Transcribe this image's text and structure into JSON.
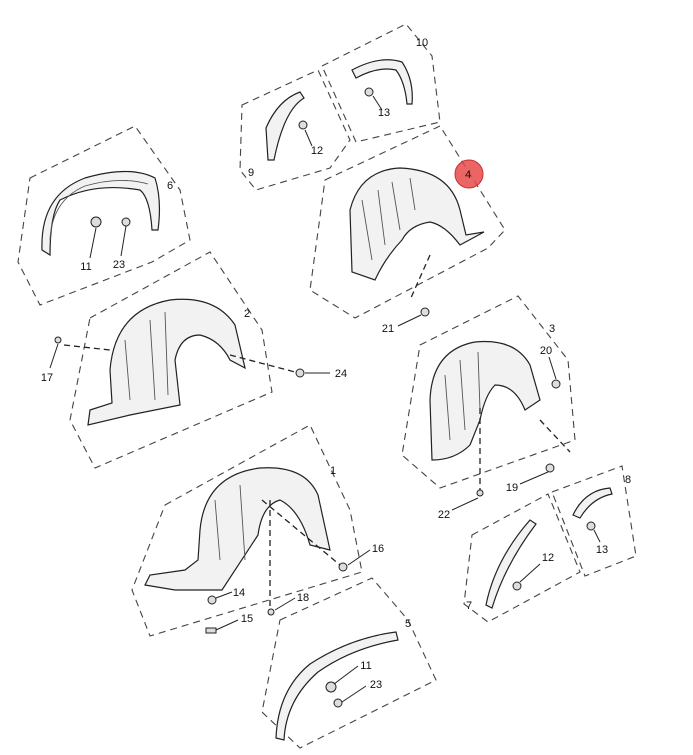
{
  "diagram": {
    "title": "Wheelhouse liner / fender flare exploded parts diagram",
    "highlight_color": "#e84a4a",
    "highlighted_callout": "4",
    "callouts": [
      "10",
      "13",
      "9",
      "12",
      "6",
      "11",
      "23",
      "4",
      "2",
      "21",
      "24",
      "17",
      "3",
      "20",
      "19",
      "22",
      "8",
      "13",
      "12",
      "7",
      "1",
      "16",
      "14",
      "18",
      "15",
      "5",
      "11",
      "23"
    ]
  }
}
